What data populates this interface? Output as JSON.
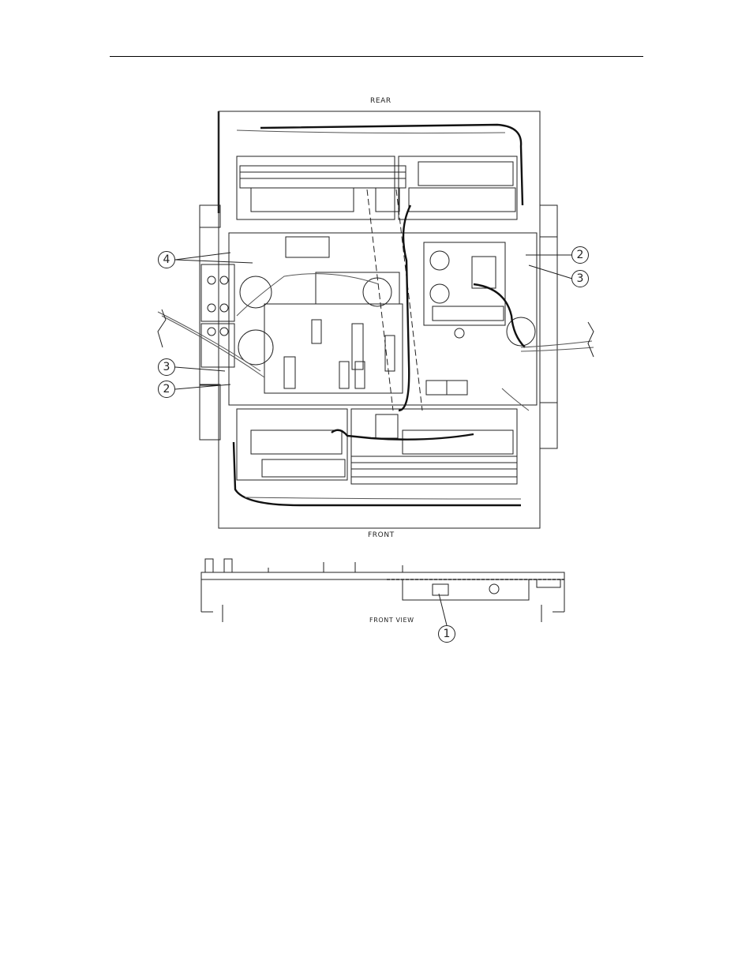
{
  "labels": {
    "rear": "REAR",
    "front": "FRONT",
    "front_view": "FRONT VIEW"
  },
  "callouts": {
    "c4": "4",
    "c2_right": "2",
    "c3_right": "3",
    "c3_left": "3",
    "c2_left": "2",
    "c1": "1"
  },
  "colors": {
    "line": "#222222",
    "paper": "#ffffff"
  }
}
